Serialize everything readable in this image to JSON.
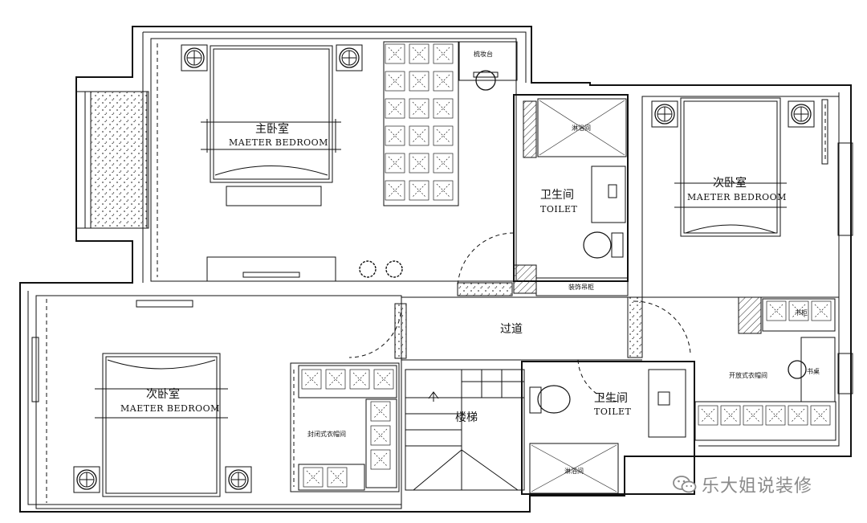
{
  "rooms": {
    "master_bedroom": {
      "cn": "主卧室",
      "en": "MAETER BEDROOM"
    },
    "bedroom_right": {
      "cn": "次卧室",
      "en": "MAETER BEDROOM"
    },
    "bedroom_left": {
      "cn": "次卧室",
      "en": "MAETER BEDROOM"
    },
    "toilet_upper": {
      "cn": "卫生间",
      "en": "TOILET"
    },
    "toilet_lower": {
      "cn": "卫生间",
      "en": "TOILET"
    },
    "corridor": {
      "cn": "过道"
    },
    "stairs": {
      "cn": "楼梯"
    }
  },
  "small_labels": {
    "dressing_table": "梳妆台",
    "shower_upper": "淋浴间",
    "shower_lower": "淋浴间",
    "wash_cabinet": "装饰吊柜",
    "books": "书柜",
    "open_wardrobe": "开放式衣帽间",
    "closed_wardrobe": "封闭式衣帽间",
    "study_desk": "书桌"
  },
  "watermark": {
    "text": "乐大姐说装修",
    "icon": "wechat-icon"
  }
}
